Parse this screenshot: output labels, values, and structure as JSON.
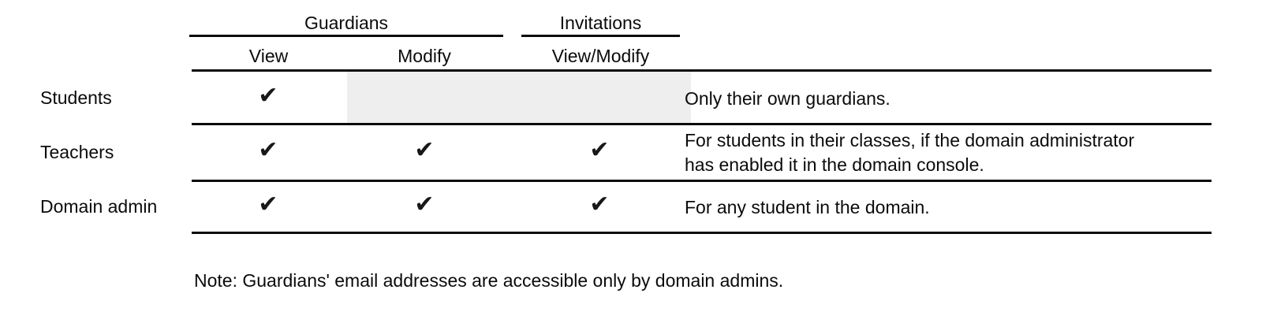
{
  "table": {
    "column_groups": [
      {
        "label": "Guardians",
        "spans": [
          "View",
          "Modify"
        ]
      },
      {
        "label": "Invitations",
        "spans": [
          "View/Modify"
        ]
      }
    ],
    "columns": [
      {
        "key": "view",
        "label": "View"
      },
      {
        "key": "modify",
        "label": "Modify"
      },
      {
        "key": "view_modify",
        "label": "View/Modify"
      }
    ],
    "notes_column_header": "",
    "check_glyph": "✔",
    "shaded_color": "#eeeeee",
    "rule_color": "#0b0b0b",
    "rows": [
      {
        "label": "Students",
        "view": "✔",
        "modify": "",
        "view_modify": "",
        "modify_shaded": true,
        "note_line1": "Only their own guardians.",
        "note_line2": ""
      },
      {
        "label": "Teachers",
        "view": "✔",
        "modify": "✔",
        "view_modify": "✔",
        "modify_shaded": false,
        "note_line1": "For students in their classes, if the domain administrator",
        "note_line2": "has enabled it in the domain console."
      },
      {
        "label": "Domain admin",
        "view": "✔",
        "modify": "✔",
        "view_modify": "✔",
        "modify_shaded": false,
        "note_line1": "For any student in the domain.",
        "note_line2": ""
      }
    ]
  },
  "footnote": "Note: Guardians' email addresses are accessible only by domain admins."
}
